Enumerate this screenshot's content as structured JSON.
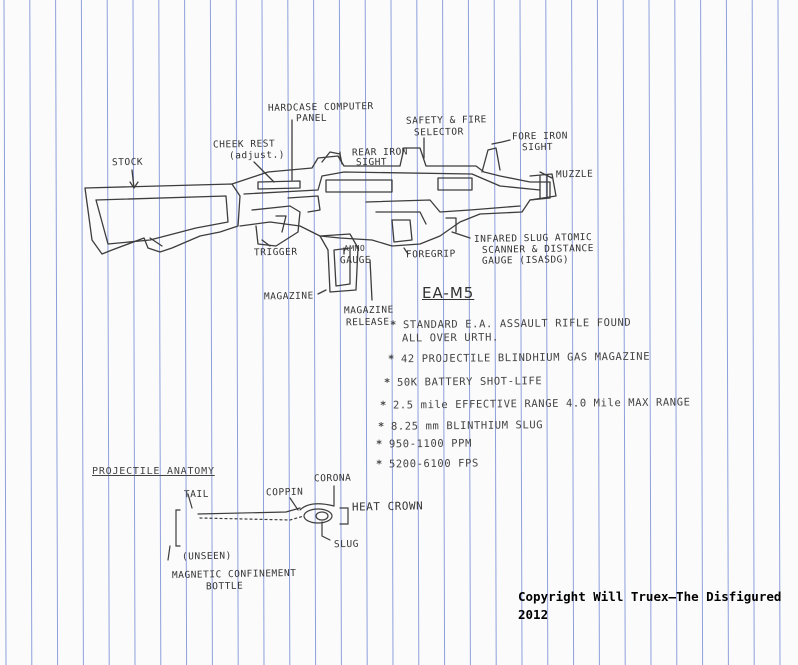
{
  "colors": {
    "paper": "#fbfbfb",
    "rule_lines": "#7b8fd6",
    "ink": "#3a3a3a",
    "copyright": "#000000"
  },
  "gun": {
    "labels": {
      "stock": "STOCK",
      "cheek_rest_1": "CHEEK REST",
      "cheek_rest_2": "(adjust.)",
      "hardcase_1": "HARDCASE COMPUTER",
      "hardcase_2": "PANEL",
      "rear_sight_1": "REAR IRON",
      "rear_sight_2": "SIGHT",
      "safety_1": "SAFETY & FIRE",
      "safety_2": "SELECTOR",
      "fore_sight_1": "FORE IRON",
      "fore_sight_2": "SIGHT",
      "muzzle": "MUZZLE",
      "trigger": "TRIGGER",
      "ammo_gauge_1": "AMMO",
      "ammo_gauge_2": "GAUGE",
      "foregrip": "FOREGRIP",
      "infrared_1": "INFARED SLUG ATOMIC",
      "infrared_2": "SCANNER & DISTANCE",
      "infrared_3": "GAUGE  (ISASDG)",
      "magazine": "MAGAZINE",
      "mag_release_1": "MAGAZINE",
      "mag_release_2": "RELEASE"
    }
  },
  "specs": {
    "title": "EA-M5",
    "bullet": "*",
    "items": [
      "STANDARD E.A. ASSAULT RIFLE FOUND",
      "ALL OVER URTH.",
      "42 PROJECTILE BLINDHIUM GAS MAGAZINE",
      "50K BATTERY SHOT-LIFE",
      "2.5 mile EFFECTIVE RANGE 4.0 Mile MAX RANGE",
      "8.25 mm BLINTHIUM SLUG",
      "950-1100 PPM",
      "5200-6100 FPS"
    ]
  },
  "projectile": {
    "title": "PROJECTILE ANATOMY",
    "labels": {
      "tail": "TAIL",
      "coppin": "COPPIN",
      "corona": "CORONA",
      "heat_crown": "HEAT CROWN",
      "slug": "SLUG",
      "unseen": "(UNSEEN)",
      "bottle_1": "MAGNETIC CONFINEMENT",
      "bottle_2": "BOTTLE"
    }
  },
  "copyright": {
    "line1": "Copyright Will Truex—The Disfigured",
    "line2": "2012"
  }
}
